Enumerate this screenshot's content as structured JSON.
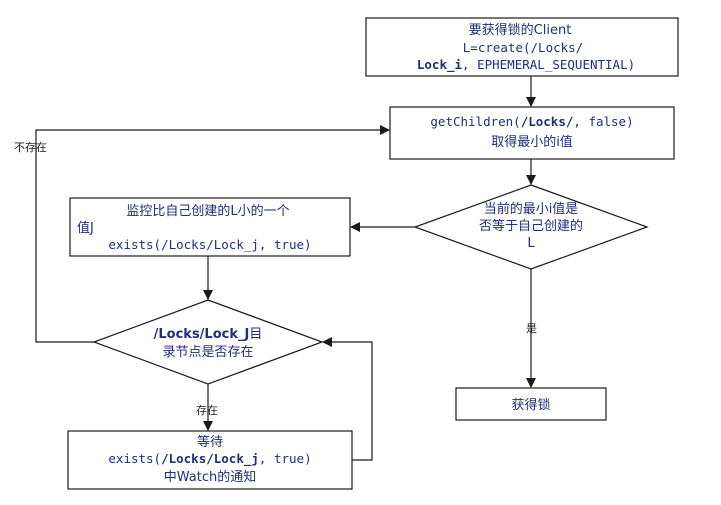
{
  "nodes": {
    "client_create": {
      "line1": "要获得锁的Client",
      "line2": "L=create(/Locks/",
      "line3a": "Lock_i",
      "line3b": ", EPHEMERAL_SEQUENTIAL)"
    },
    "get_children": {
      "line1a": "getChildren(",
      "line1b": "/Locks/",
      "line1c": ", false)",
      "line2": "取得最小的i值"
    },
    "decision_min": {
      "line1": "当前的最小i值是",
      "line2": "否等于自己创建的",
      "line3": "L"
    },
    "watch_prev": {
      "line1": "监控比自己创建的L小的一个",
      "line2": "值J",
      "line3": "exists(/Locks/Lock_j, true)"
    },
    "decision_exists": {
      "line1a": "/Locks/Lock_J",
      "line1b": "目",
      "line2": "录节点是否存在"
    },
    "wait_notify": {
      "line1": "等待",
      "line2a": "exists(",
      "line2b": "/Locks/Lock_j",
      "line2c": ", true)",
      "line3": "中Watch的通知"
    },
    "acquired": {
      "label": "获得锁"
    }
  },
  "edges": {
    "not_exists": "不存在",
    "yes": "是",
    "exists": "存在"
  },
  "colors": {
    "box_border": "#1a1a1a",
    "box_fill": "#ffffff",
    "text": "#1f2f7a",
    "line": "#1a1a1a"
  }
}
